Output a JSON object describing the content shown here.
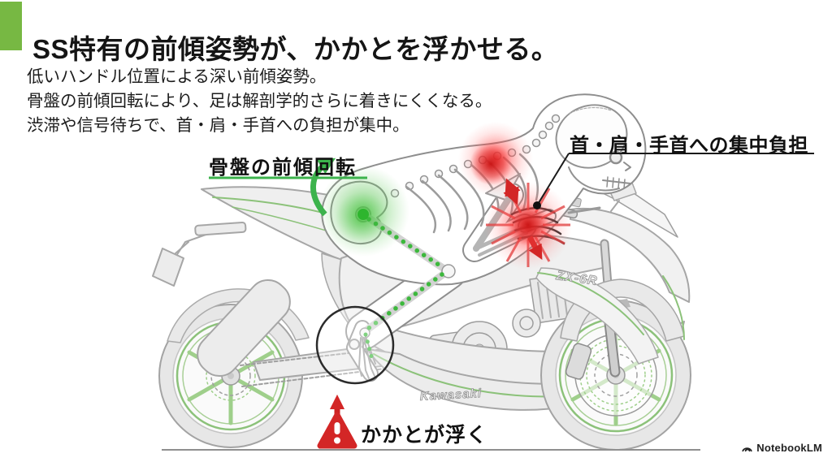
{
  "header": {
    "title": "SS特有の前傾姿勢が、かかとを浮かせる。"
  },
  "intro": {
    "lines": [
      "低いハンドル位置による深い前傾姿勢。",
      "骨盤の前傾回転により、足は解剖学的さらに着きにくくなる。",
      "渋滞や信号待ちで、首・肩・手首への負担が集中。"
    ]
  },
  "callouts": {
    "pelvis": {
      "label": "骨盤の前傾回転"
    },
    "upper_body": {
      "label": "首・肩・手首への集中負担"
    },
    "heel": {
      "label": "かかとが浮く"
    }
  },
  "bike_markings": {
    "brand": "Kawasaki",
    "model": "ZX-6R"
  },
  "icons": {
    "warning": "warning-triangle-icon",
    "brand_mark": "notebooklm-logo-icon"
  },
  "footer": {
    "brand": "NotebookLM"
  },
  "colors": {
    "accent_green": "#77b843",
    "diagram_green": "#3cb34c",
    "bike_green": "#8cc27a",
    "warning_red": "#d32626",
    "bike_gray": "#a6a6a6"
  }
}
